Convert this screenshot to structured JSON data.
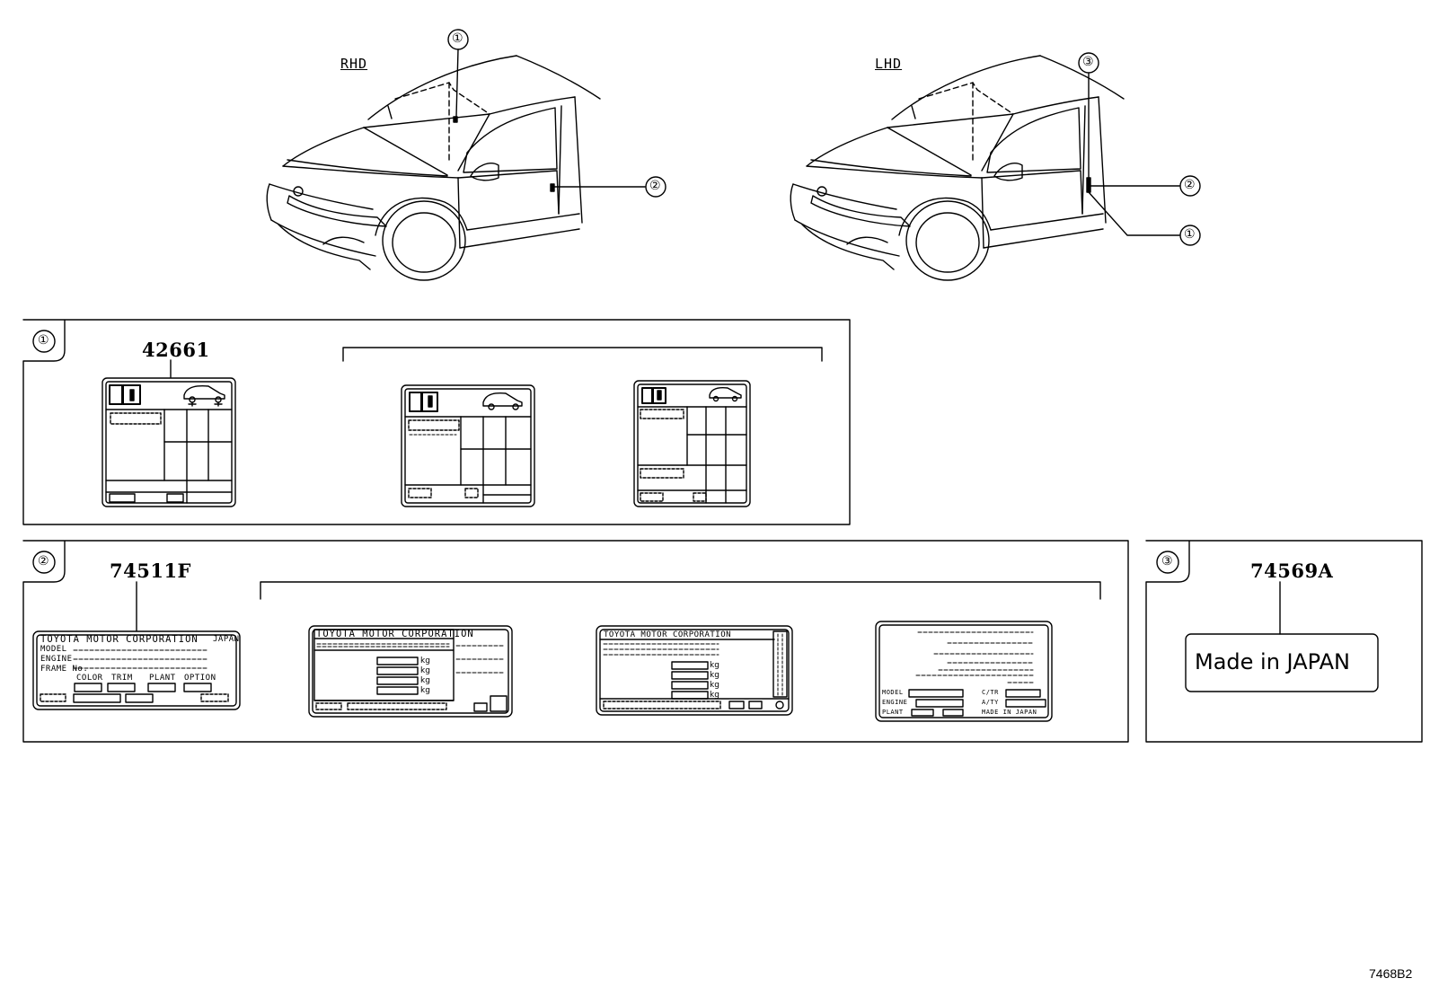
{
  "views": {
    "rhd": {
      "label": "RHD",
      "callouts": [
        "①",
        "②"
      ]
    },
    "lhd": {
      "label": "LHD",
      "callouts": [
        "③",
        "②",
        "①"
      ]
    }
  },
  "sections": {
    "s1": {
      "marker": "①",
      "part_number": "42661"
    },
    "s2": {
      "marker": "②",
      "part_number": "74511F"
    },
    "s3": {
      "marker": "③",
      "part_number": "74569A",
      "label_text": "Made in JAPAN"
    }
  },
  "label_74511F_main": {
    "header": "TOYOTA MOTOR CORPORATION",
    "country": "JAPAN",
    "rows": [
      "MODEL",
      "ENGINE",
      "FRAME No."
    ],
    "fields": [
      "COLOR",
      "TRIM",
      "PLANT",
      "OPTION"
    ]
  },
  "label_variant_a": {
    "header": "TOYOTA MOTOR CORPORATION",
    "units": [
      "kg",
      "kg",
      "kg",
      "kg"
    ]
  },
  "label_variant_b": {
    "header": "TOYOTA MOTOR CORPORATION",
    "units": [
      "kg",
      "kg",
      "kg",
      "kg"
    ]
  },
  "label_variant_c": {
    "left_rows": [
      "MODEL",
      "ENGINE",
      "PLANT"
    ],
    "right_rows": [
      "C/TR",
      "A/TY",
      "MADE IN JAPAN"
    ]
  },
  "drawing_code": "7468B2"
}
